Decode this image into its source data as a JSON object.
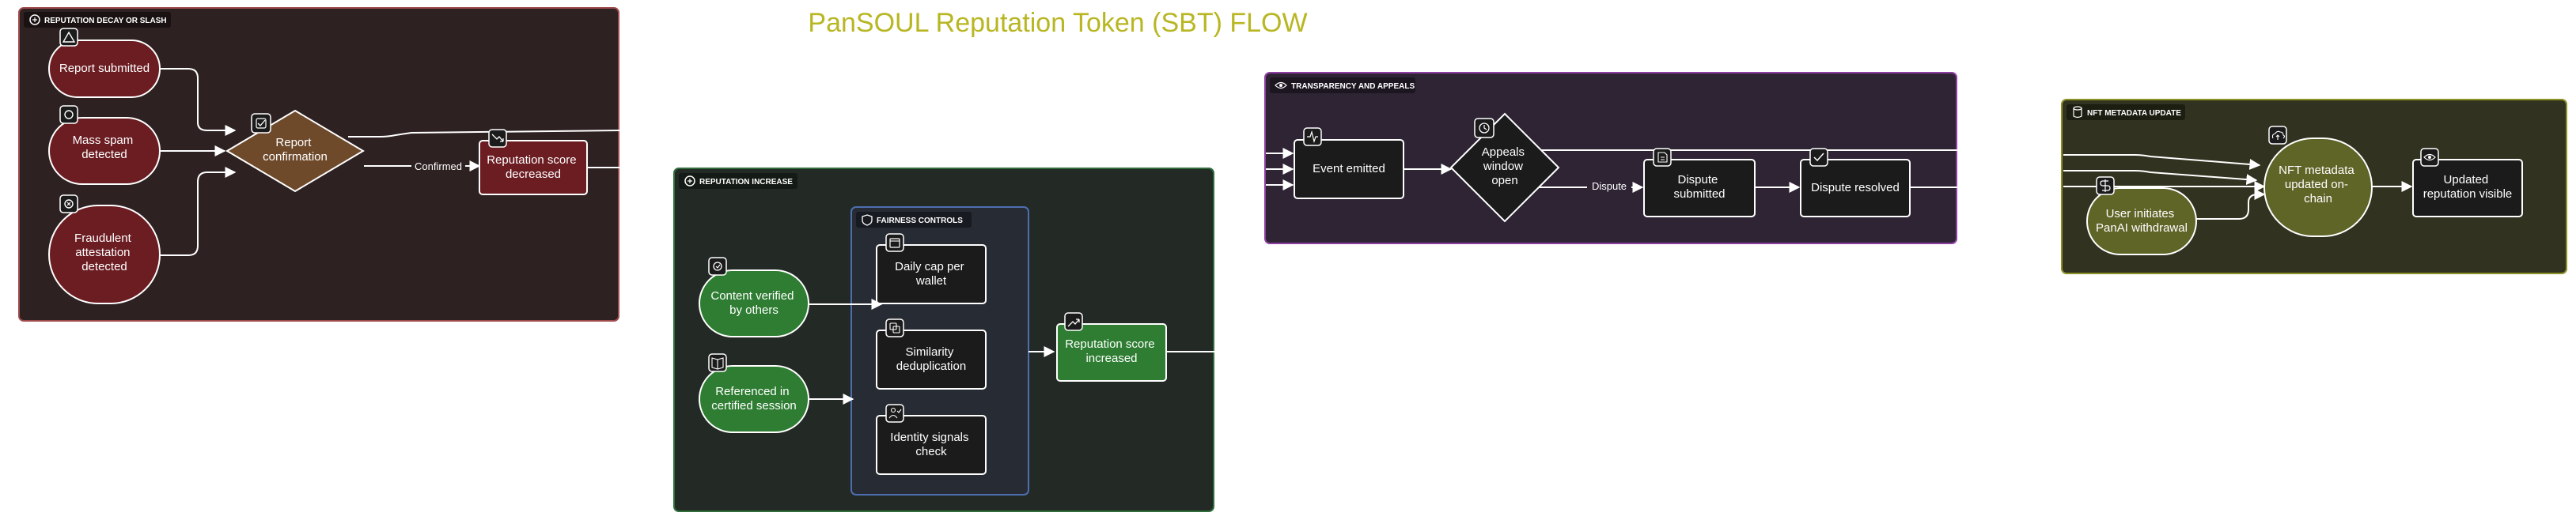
{
  "title": "PanSOUL Reputation Token (SBT) FLOW",
  "groups": {
    "decay": {
      "label": "REPUTATION DECAY OR SLASH"
    },
    "increase": {
      "label": "REPUTATION INCREASE"
    },
    "fairness": {
      "label": "FAIRNESS CONTROLS"
    },
    "transparency": {
      "label": "TRANSPARENCY AND APPEALS"
    },
    "nft": {
      "label": "NFT METADATA UPDATE"
    }
  },
  "nodes": {
    "report_submitted": {
      "lines": [
        "Report submitted"
      ],
      "icon": "alert-triangle-icon"
    },
    "mass_spam": {
      "lines": [
        "Mass spam",
        "detected"
      ],
      "icon": "circle-slash-icon"
    },
    "fraudulent": {
      "lines": [
        "Fraudulent",
        "attestation",
        "detected"
      ],
      "icon": "x-circle-icon"
    },
    "report_confirmation": {
      "lines": [
        "Report",
        "confirmation"
      ],
      "icon": "check-square-icon"
    },
    "score_decreased": {
      "lines": [
        "Reputation score",
        "decreased"
      ],
      "icon": "trending-down-icon"
    },
    "content_verified": {
      "lines": [
        "Content verified",
        "by others"
      ],
      "icon": "check-circle-icon"
    },
    "referenced": {
      "lines": [
        "Referenced in",
        "certified session"
      ],
      "icon": "book-open-icon"
    },
    "daily_cap": {
      "lines": [
        "Daily cap per",
        "wallet"
      ],
      "icon": "calendar-icon"
    },
    "similarity": {
      "lines": [
        "Similarity",
        "deduplication"
      ],
      "icon": "copy-icon"
    },
    "identity": {
      "lines": [
        "Identity signals",
        "check"
      ],
      "icon": "user-check-icon"
    },
    "score_increased": {
      "lines": [
        "Reputation score",
        "increased"
      ],
      "icon": "trending-up-icon"
    },
    "event_emitted": {
      "lines": [
        "Event emitted"
      ],
      "icon": "activity-icon"
    },
    "appeals_window": {
      "lines": [
        "Appeals",
        "window",
        "open"
      ],
      "icon": "clock-icon"
    },
    "dispute_submitted": {
      "lines": [
        "Dispute",
        "submitted"
      ],
      "icon": "file-text-icon"
    },
    "dispute_resolved": {
      "lines": [
        "Dispute resolved"
      ],
      "icon": "check-icon"
    },
    "user_withdrawal": {
      "lines": [
        "User initiates",
        "PanAI withdrawal"
      ],
      "icon": "dollar-icon"
    },
    "nft_updated": {
      "lines": [
        "NFT metadata",
        "updated on-",
        "chain"
      ],
      "icon": "cloud-upload-icon"
    },
    "updated_visible": {
      "lines": [
        "Updated",
        "reputation visible"
      ],
      "icon": "eye-icon"
    }
  },
  "edge_labels": {
    "confirmed": "Confirmed",
    "dispute": "Dispute"
  },
  "colors": {
    "title": "#b8b622",
    "decay_group_fill": "#2e2122",
    "decay_group_stroke": "#a04c4c",
    "decay_node": "#6b1d22",
    "confirmation_node": "#6e4a2b",
    "increase_group_fill": "#232a25",
    "increase_group_stroke": "#2f6e3a",
    "increase_node": "#2e7d32",
    "fairness_group_fill": "#272b33",
    "fairness_group_stroke": "#4d6fb0",
    "dark_node": "#1b1b1b",
    "transparency_group_fill": "#2e2434",
    "transparency_group_stroke": "#8e3fa1",
    "nft_group_fill": "#31321f",
    "nft_group_stroke": "#8c9125",
    "nft_node": "#5f6427"
  }
}
